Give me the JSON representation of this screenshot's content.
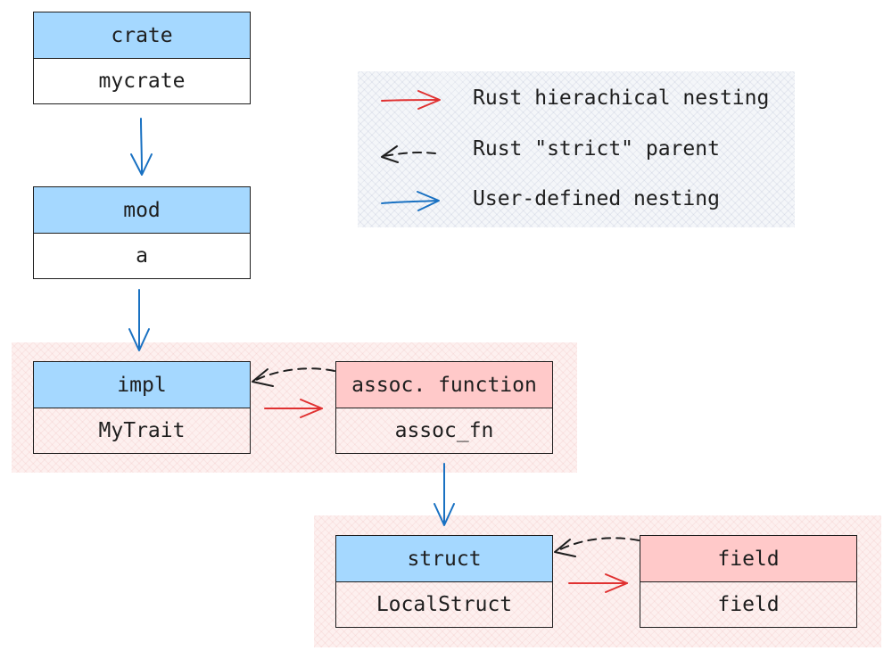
{
  "colors": {
    "blue_arrow": "#1971c2",
    "red_arrow": "#e03131",
    "dashed_arrow": "#1e1e1e",
    "blue_header": "#a5d8ff",
    "red_header": "#ffc9c9"
  },
  "nodes": {
    "crate": {
      "kind": "crate",
      "name": "mycrate"
    },
    "mod": {
      "kind": "mod",
      "name": "a"
    },
    "impl": {
      "kind": "impl",
      "name": "MyTrait"
    },
    "assoc_fn": {
      "kind": "assoc. function",
      "name": "assoc_fn"
    },
    "struct": {
      "kind": "struct",
      "name": "LocalStruct"
    },
    "field": {
      "kind": "field",
      "name": "field"
    }
  },
  "legend": {
    "items": [
      {
        "label": "Rust hierachical nesting",
        "style": "red-solid"
      },
      {
        "label": "Rust \"strict\" parent",
        "style": "black-dashed"
      },
      {
        "label": "User-defined nesting",
        "style": "blue-solid"
      }
    ]
  },
  "edges": [
    {
      "from": "crate",
      "to": "mod",
      "style": "blue-solid"
    },
    {
      "from": "mod",
      "to": "impl",
      "style": "blue-solid"
    },
    {
      "from": "impl",
      "to": "assoc_fn",
      "style": "red-solid"
    },
    {
      "from": "assoc_fn",
      "to": "impl",
      "style": "black-dashed"
    },
    {
      "from": "assoc_fn",
      "to": "struct",
      "style": "blue-solid"
    },
    {
      "from": "struct",
      "to": "field",
      "style": "red-solid"
    },
    {
      "from": "field",
      "to": "struct",
      "style": "black-dashed"
    }
  ]
}
